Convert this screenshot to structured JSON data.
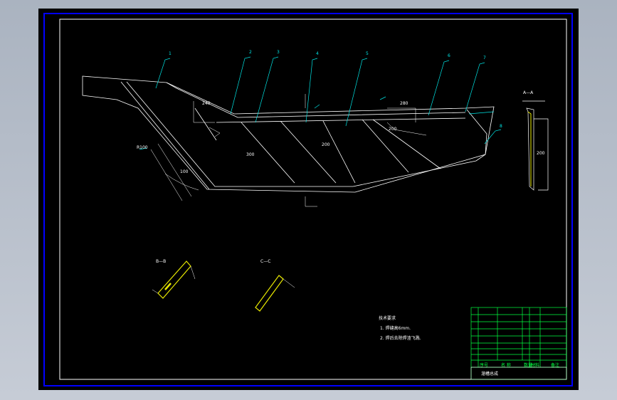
{
  "drawing": {
    "colors": {
      "background": "#000000",
      "outline": "#ffffff",
      "leader": "#00e5e5",
      "dimension": "#ffffff",
      "hatch": "#e8e800",
      "title_block": "#00ff40",
      "frame": "#0000ff"
    },
    "part_numbers": [
      "1",
      "2",
      "3",
      "4",
      "5",
      "6",
      "7",
      "8"
    ],
    "section_labels": {
      "a": "A—A",
      "b": "B—B",
      "c": "C—C"
    },
    "dimensions": [
      "240",
      "280",
      "300",
      "200",
      "100",
      "200",
      "200",
      "R100"
    ],
    "notes": {
      "heading": "技术要求",
      "line1": "1. 焊缝高6mm.",
      "line2": "2. 焊后去除焊渣飞溅."
    },
    "title_block": {
      "drawing_name": "溜槽总成",
      "headers": [
        "序号",
        "名 称",
        "数量",
        "材料",
        "备注"
      ]
    }
  }
}
